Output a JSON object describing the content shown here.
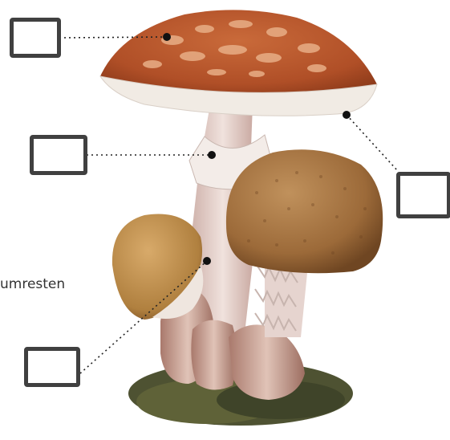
{
  "labels": {
    "partial_caption": "umresten"
  },
  "label_boxes": [
    {
      "name": "answer-box-cap",
      "value": ""
    },
    {
      "name": "answer-box-ring",
      "value": ""
    },
    {
      "name": "answer-box-gills",
      "value": ""
    },
    {
      "name": "answer-box-stem-remnants",
      "value": ""
    }
  ],
  "colors": {
    "cap_main": "#b5562c",
    "cap_spots": "#e9b08a",
    "gills": "#f2ece6",
    "stem": "#ead8d3",
    "button_cap": "#a8743f",
    "moss": "#4e5232",
    "box_border": "#404040",
    "leader_line": "#222222"
  }
}
